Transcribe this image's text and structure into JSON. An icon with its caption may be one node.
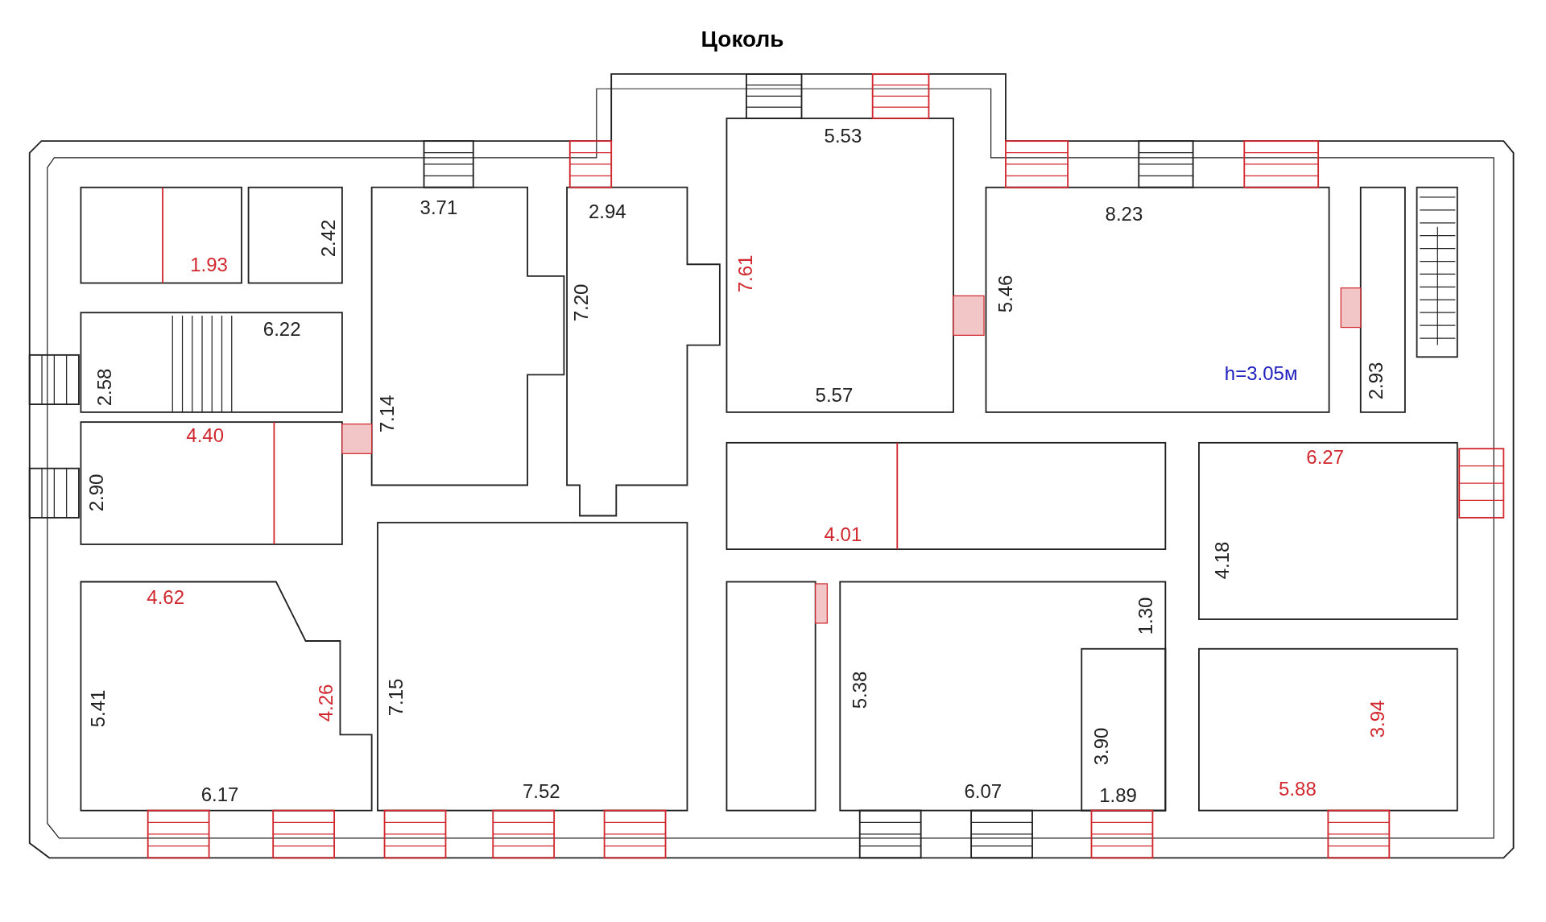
{
  "diagram": {
    "title": "Цоколь",
    "labels": [
      "5.53",
      "3.71",
      "2.94",
      "8.23",
      "2.42",
      "1.93",
      "7.61",
      "7.20",
      "5.46",
      "6.22",
      "2.58",
      "7.14",
      "5.57",
      "h=3.05м",
      "2.93",
      "4.40",
      "6.27",
      "2.90",
      "4.01",
      "4.62",
      "4.18",
      "1.30",
      "5.41",
      "4.26",
      "7.15",
      "5.38",
      "3.94",
      "3.90",
      "6.17",
      "7.52",
      "6.07",
      "5.88",
      "1.89"
    ]
  }
}
